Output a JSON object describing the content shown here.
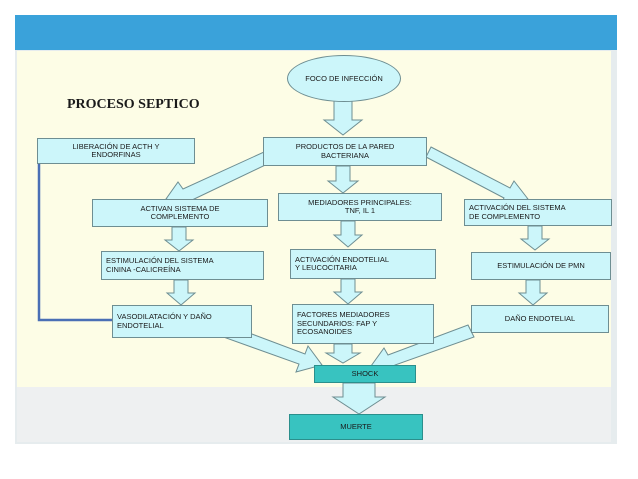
{
  "title": "PROCESO SEPTICO",
  "nodes": {
    "foco": "FOCO DE INFECCIÓN",
    "liberacion": "LIBERACIÓN DE ACTH Y\nENDORFINAS",
    "productos": "PRODUCTOS DE LA PARED\nBACTERIANA",
    "mediadores": "MEDIADORES PRINCIPALES:\nTNF, IL 1",
    "activan": "ACTIVAN SISTEMA DE\nCOMPLEMENTO",
    "activacion_sistema": "ACTIVACIÓN DEL SISTEMA\nDE COMPLEMENTO",
    "estimulacion_cinina": "ESTIMULACIÓN DEL SISTEMA\nCININA -CALICREÍNA",
    "activacion_endotelial": "ACTIVACIÓN ENDOTELIAL\nY LEUCOCITARIA",
    "estimulacion_pmn": "ESTIMULACIÓN DE PMN",
    "vasodilatacion": "VASODILATACIÓN Y DAÑO\nENDOTELIAL",
    "factores": "FACTORES MEDIADORES\nSECUNDARIOS: FAP Y\nECOSANOIDES",
    "dano": "DAÑO ENDOTELIAL",
    "shock": "SHOCK",
    "muerte": "MUERTE"
  },
  "colors": {
    "header": "#3aa2da",
    "panel": "#fdfde6",
    "box": "#ccf6fa",
    "teal": "#38c3c0",
    "connector": "#4a6fb5"
  }
}
